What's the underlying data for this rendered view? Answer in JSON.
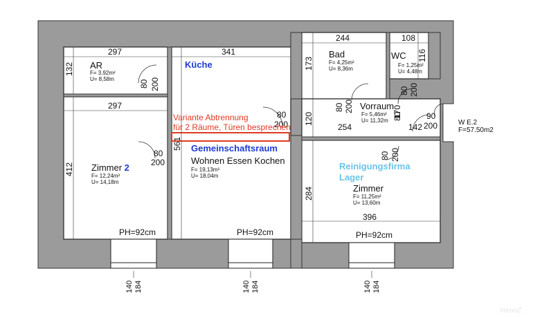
{
  "rooms": {
    "ar": {
      "name": "AR",
      "area": "F= 3,92m²",
      "perimeter": "U= 8,58m"
    },
    "kueche": {
      "name": "Küche"
    },
    "bad": {
      "name": "Bad",
      "area": "F= 4,25m²",
      "perimeter": "U= 8,36m"
    },
    "wc": {
      "name": "WC",
      "area": "F= 1,25m²",
      "perimeter": "U= 4,48m"
    },
    "vorraum": {
      "name": "Vorraum",
      "area": "F= 5,46m²",
      "perimeter": "U= 11,32m"
    },
    "zimmer2": {
      "name": "Zimmer",
      "number": "2",
      "area": "F= 12,24m²",
      "perimeter": "U= 14,18m"
    },
    "gemeinschaft": {
      "name": "Gemeinschaftsraum",
      "subtitle": "Wohnen Essen Kochen",
      "area": "F= 19,13m²",
      "perimeter": "U= 18,04m"
    },
    "zimmer": {
      "name": "Zimmer",
      "area": "F= 11,25m²",
      "perimeter": "U= 13,60m"
    }
  },
  "annotations": {
    "variante_line1": "Variante Abtrennung",
    "variante_line2": "für 2 Räume, Türen besprechen",
    "reinigung_line1": "Reinigungsfirma",
    "reinigung_line2": "Lager"
  },
  "dimensions": {
    "top_297": "297",
    "top_341": "341",
    "top_244": "244",
    "top_108": "108",
    "mid_297": "297",
    "d_132": "132",
    "d_412": "412",
    "d_561": "561",
    "d_173": "173",
    "d_116": "116",
    "d_120": "120",
    "d_170": "170",
    "d_254": "254",
    "d_142": "142",
    "d_284": "284",
    "d_396": "396"
  },
  "doors": {
    "ar": {
      "w": "80",
      "h": "200"
    },
    "kueche": {
      "w": "80",
      "h": "200"
    },
    "bad": {
      "w": "80",
      "h": "200"
    },
    "wc": {
      "w": "80",
      "h": "200"
    },
    "vorraum": {
      "w": "80",
      "h": "200"
    },
    "entry": {
      "w": "90",
      "h": "200"
    },
    "zimmer2": {
      "w": "80",
      "h": "200"
    },
    "zimmer": {
      "w": "80",
      "h": "200"
    }
  },
  "parapet": {
    "left": "PH=92cm",
    "middle": "PH=92cm",
    "right": "PH=92cm"
  },
  "windows": {
    "w1": {
      "a": "140",
      "b": "184"
    },
    "w2": {
      "a": "140",
      "b": "184"
    },
    "w3": {
      "a": "140",
      "b": "184"
    }
  },
  "unit": {
    "id": "W E.2",
    "area": "F=57.50m2"
  },
  "watermark": "ImmoZ",
  "colors": {
    "wall": "#9b9b9b",
    "blue": "#1f3bd1",
    "red": "#e03a1e",
    "cyan": "#6cc3e8"
  }
}
